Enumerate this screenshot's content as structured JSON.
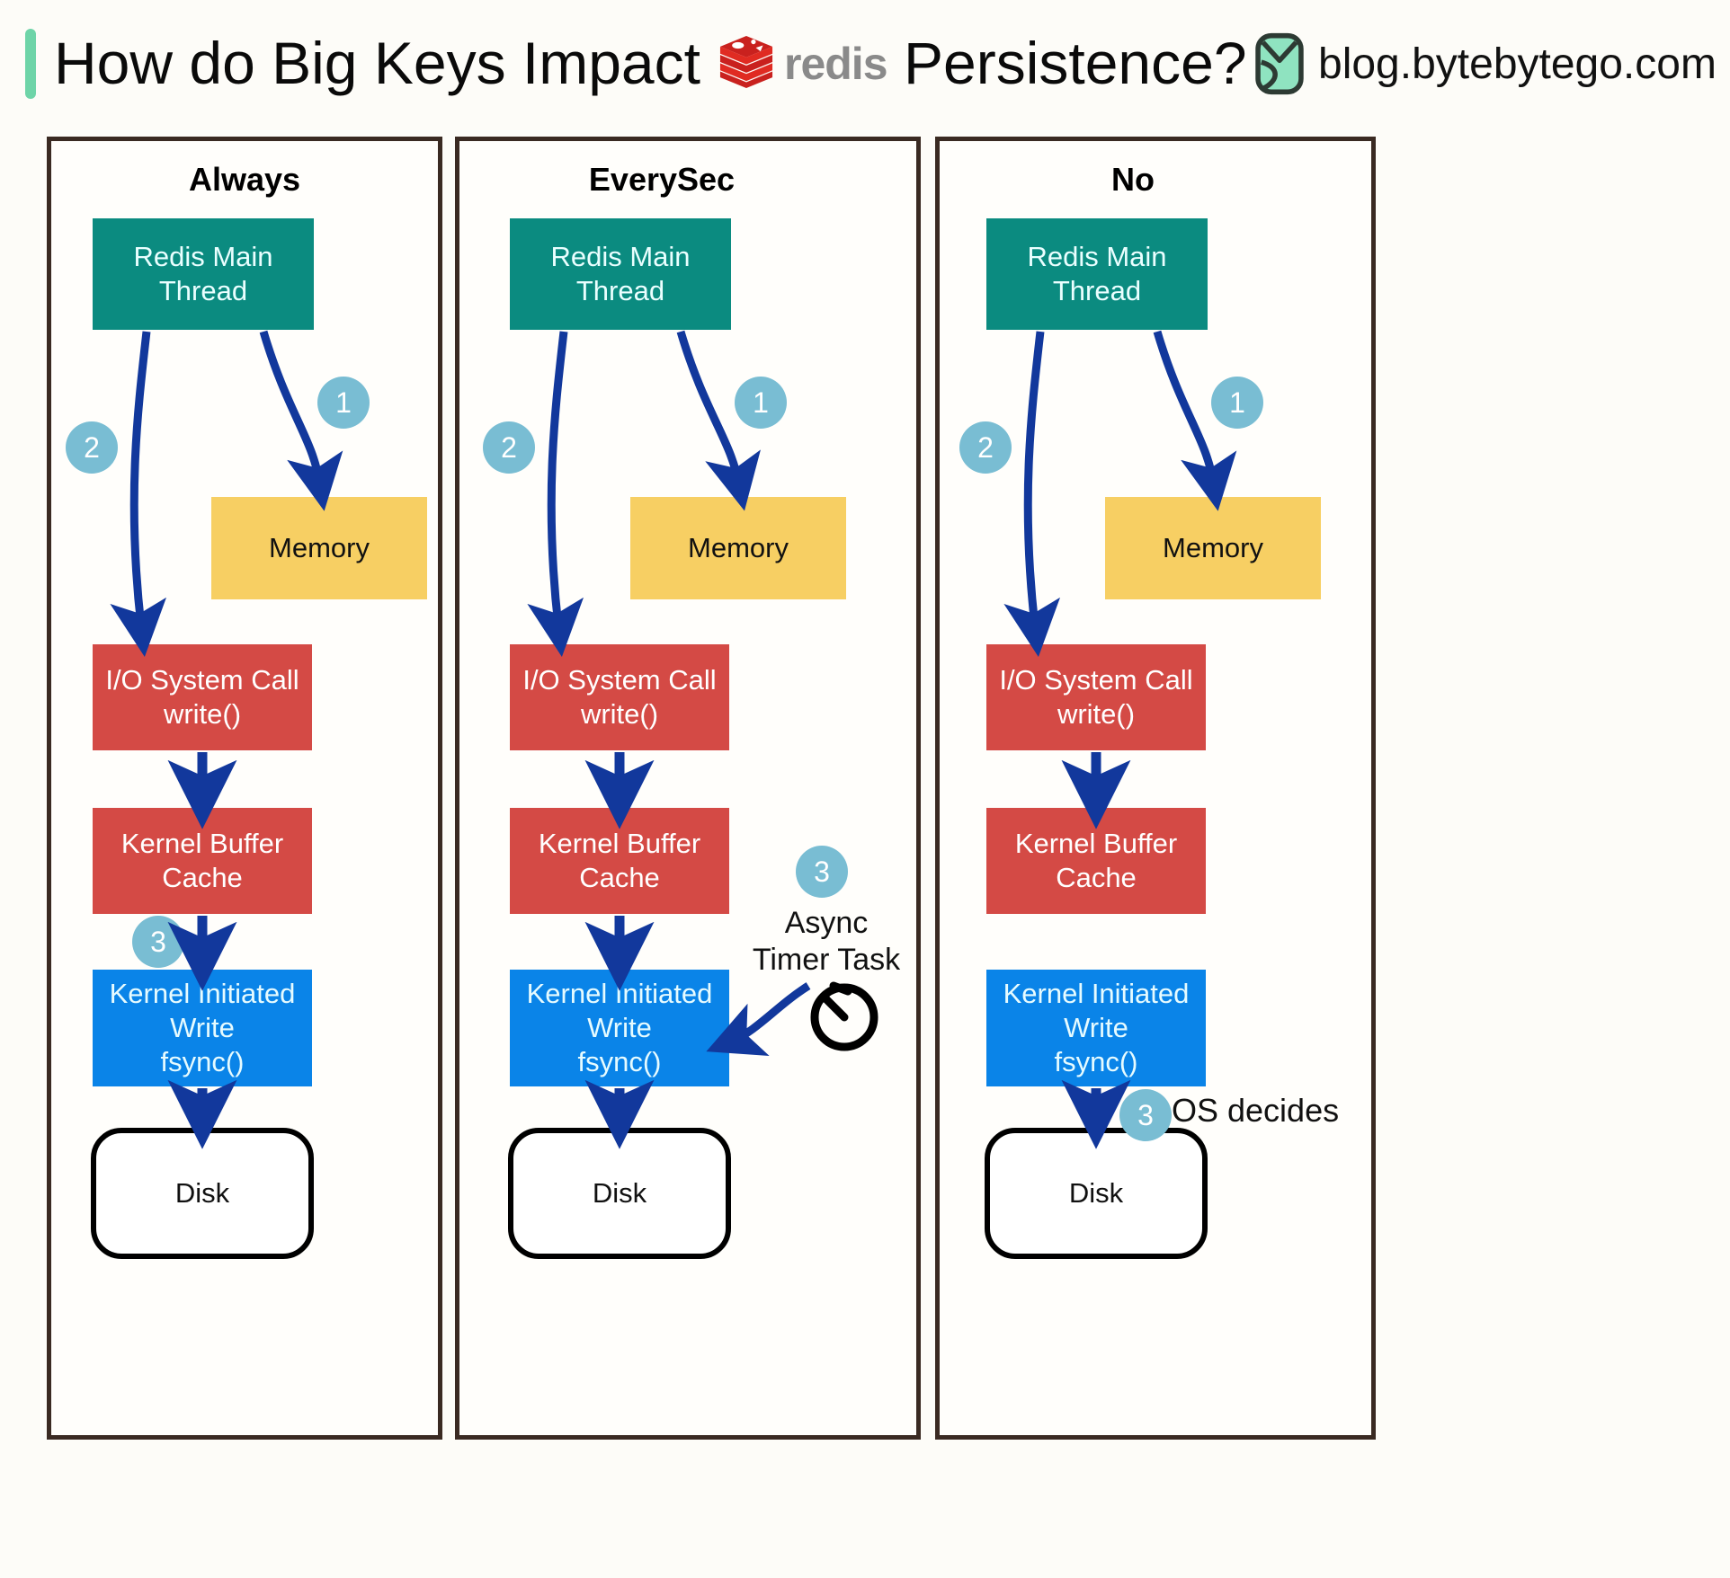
{
  "header": {
    "title_part1": "How do Big Keys Impact",
    "redis_logo": "redis-logo-icon",
    "redis_word": "redis",
    "title_part2": "Persistence?",
    "bbt_logo": "bytebytego-logo-icon",
    "bbt_url": "blog.bytebytego.com"
  },
  "colors": {
    "teal": "#0b8b80",
    "yellow": "#f7cf63",
    "red": "#d44a45",
    "blue": "#0a84e8",
    "badge": "#79bdd3",
    "arrow": "#12389c",
    "panel_border": "#3a2a22",
    "accent": "#6ed4a8",
    "background": "#fdfcf8"
  },
  "panels": [
    {
      "title": "Always",
      "nodes": {
        "main_thread": "Redis Main\nThread",
        "memory": "Memory",
        "io_syscall": "I/O System Call\nwrite()",
        "kernel_buffer": "Kernel Buffer\nCache",
        "kernel_write": "Kernel Initiated\nWrite\nfsync()",
        "disk": "Disk"
      },
      "badges": [
        "1",
        "2",
        "3"
      ],
      "notes": []
    },
    {
      "title": "EverySec",
      "nodes": {
        "main_thread": "Redis Main\nThread",
        "memory": "Memory",
        "io_syscall": "I/O System Call\nwrite()",
        "kernel_buffer": "Kernel Buffer\nCache",
        "kernel_write": "Kernel Initiated\nWrite\nfsync()",
        "disk": "Disk"
      },
      "badges": [
        "1",
        "2",
        "3"
      ],
      "notes": [
        {
          "text": "Async\nTimer Task",
          "icon": "stopwatch-icon"
        }
      ]
    },
    {
      "title": "No",
      "nodes": {
        "main_thread": "Redis Main\nThread",
        "memory": "Memory",
        "io_syscall": "I/O System Call\nwrite()",
        "kernel_buffer": "Kernel Buffer\nCache",
        "kernel_write": "Kernel Initiated\nWrite\nfsync()",
        "disk": "Disk"
      },
      "badges": [
        "1",
        "2",
        "3"
      ],
      "notes": [
        {
          "text": "OS decides"
        }
      ]
    }
  ]
}
